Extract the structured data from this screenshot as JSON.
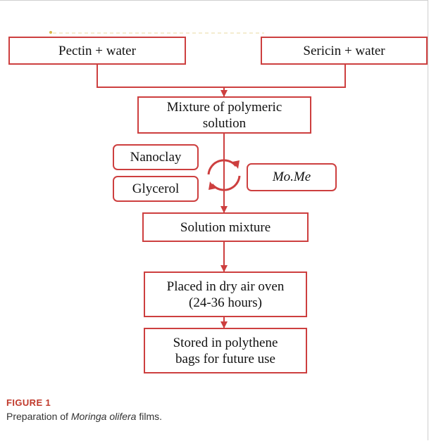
{
  "diagram": {
    "nodes": {
      "pectin": "Pectin + water",
      "sericin": "Sericin + water",
      "mixture_line1": "Mixture of polymeric",
      "mixture_line2": "solution",
      "nanoclay": "Nanoclay",
      "glycerol": "Glycerol",
      "momo": "Mo.Me",
      "solution_mixture": "Solution mixture",
      "oven_line1": "Placed in dry air oven",
      "oven_line2": "(24-36 hours)",
      "stored_line1": "Stored in polythene",
      "stored_line2": "bags for future use"
    },
    "colors": {
      "stroke": "#cd3f3f",
      "accent": "#c0392b"
    }
  },
  "caption": {
    "label": "FIGURE 1",
    "text_before": "Preparation of ",
    "text_italic": "Moringa olifera",
    "text_after": " films."
  }
}
